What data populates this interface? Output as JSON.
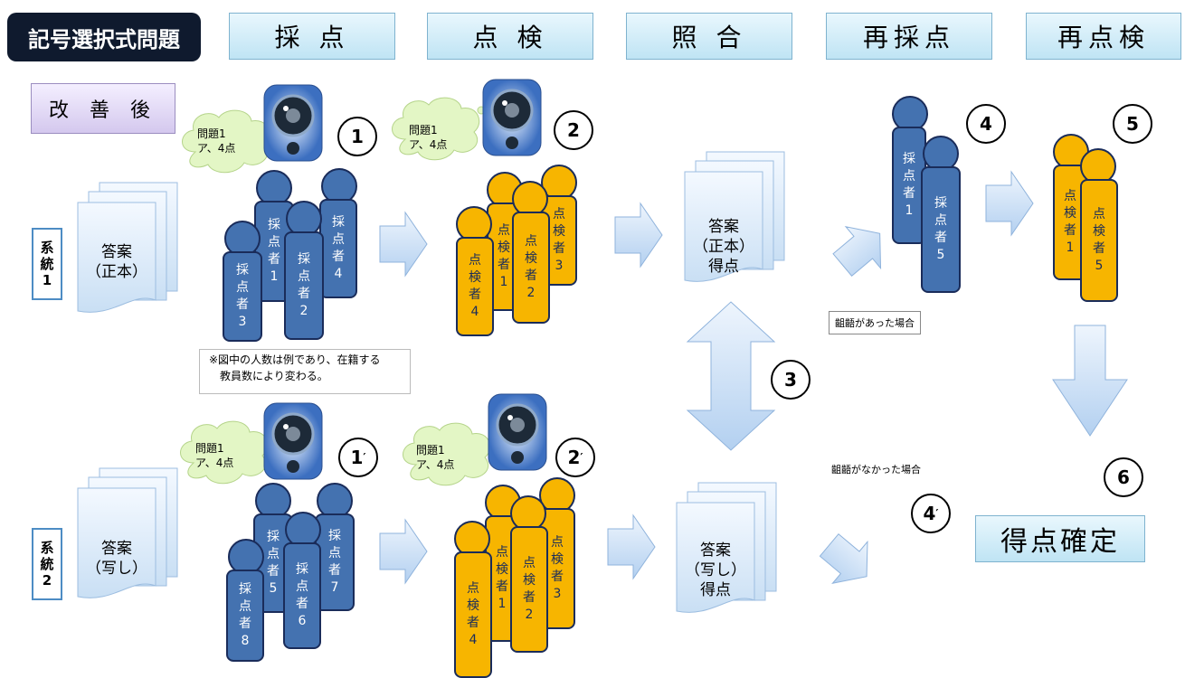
{
  "title": "記号選択式問題",
  "steps": [
    "採 点",
    "点 検",
    "照 合",
    "再採点",
    "再点検"
  ],
  "improved_label": "改 善 後",
  "system1": {
    "label": [
      "系",
      "統",
      "1"
    ],
    "doc": [
      "答案",
      "（正本）"
    ]
  },
  "system2": {
    "label": [
      "系",
      "統",
      "2"
    ],
    "doc": [
      "答案",
      "（写し）"
    ]
  },
  "bubble": [
    "問題1",
    "ア、4点"
  ],
  "grader_prefix": [
    "採",
    "点",
    "者"
  ],
  "checker_prefix": [
    "点",
    "検",
    "者"
  ],
  "graders_top": [
    "1",
    "2",
    "3",
    "4"
  ],
  "graders_bottom": [
    "5",
    "6",
    "7",
    "8"
  ],
  "checkers": [
    "1",
    "2",
    "3",
    "4"
  ],
  "regrader": [
    "1",
    "5"
  ],
  "rechecker": [
    "1",
    "5"
  ],
  "note": [
    "※図中の人数は例であり、在籍する",
    "教員数により変わる。"
  ],
  "score_doc_top": [
    "答案",
    "（正本）",
    "得点"
  ],
  "score_doc_bottom": [
    "答案",
    "（写し）",
    "得点"
  ],
  "mismatch_label": "齟齬があった場合",
  "match_label": "齟齬がなかった場合",
  "final_label": "得点確定",
  "step_numbers": {
    "n1": "1",
    "n1p": "1",
    "n2": "2",
    "n2p": "2",
    "n3": "3",
    "n4": "4",
    "n4p": "4",
    "n5": "5",
    "n6": "6"
  },
  "colors": {
    "grader": "#4472b0",
    "checker": "#f7b500",
    "arrow": "#c5dcf4",
    "title_bg": "#0f1a2e"
  }
}
